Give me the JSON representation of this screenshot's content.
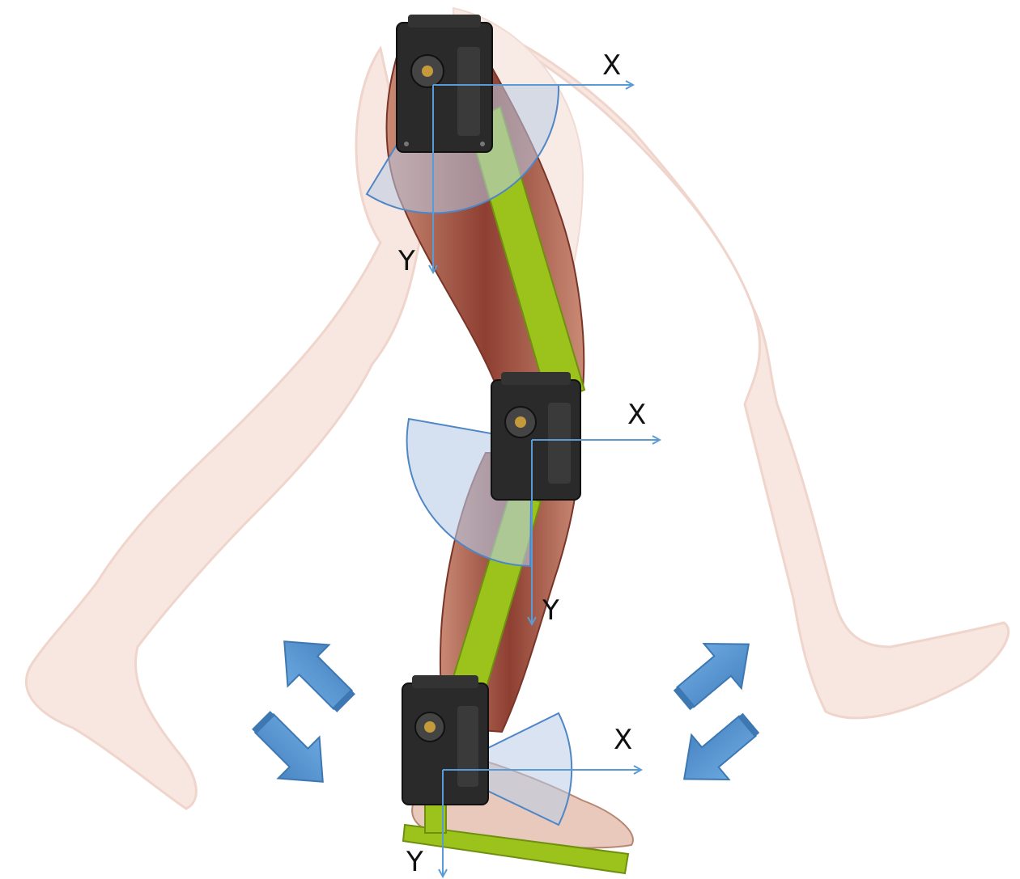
{
  "colors": {
    "background": "#ffffff",
    "ghost_leg_skin": "#f0d2c6",
    "ghost_leg_outline": "#e3b7a6",
    "muscle_red": "#9b4a3a",
    "muscle_light": "#c97d66",
    "link_green": "#9bc31c",
    "link_green_dark": "#6f8f10",
    "servo_black": "#2a2a2a",
    "servo_gray": "#444444",
    "axis_blue": "#5b9bd5",
    "sector_fill": "#b9cce6",
    "arrow_blue": "#5a96d2"
  },
  "joints": [
    {
      "id": "hip",
      "servo": "servo-motor-icon",
      "x_label": "X",
      "y_label": "Y"
    },
    {
      "id": "knee",
      "servo": "servo-motor-icon",
      "x_label": "X",
      "y_label": "Y"
    },
    {
      "id": "ankle",
      "servo": "servo-motor-icon",
      "x_label": "X",
      "y_label": "Y"
    }
  ],
  "motion_arrows": [
    {
      "name": "arrow-up-left-icon"
    },
    {
      "name": "arrow-down-right-icon"
    },
    {
      "name": "arrow-up-right-icon"
    },
    {
      "name": "arrow-down-left-icon"
    }
  ]
}
